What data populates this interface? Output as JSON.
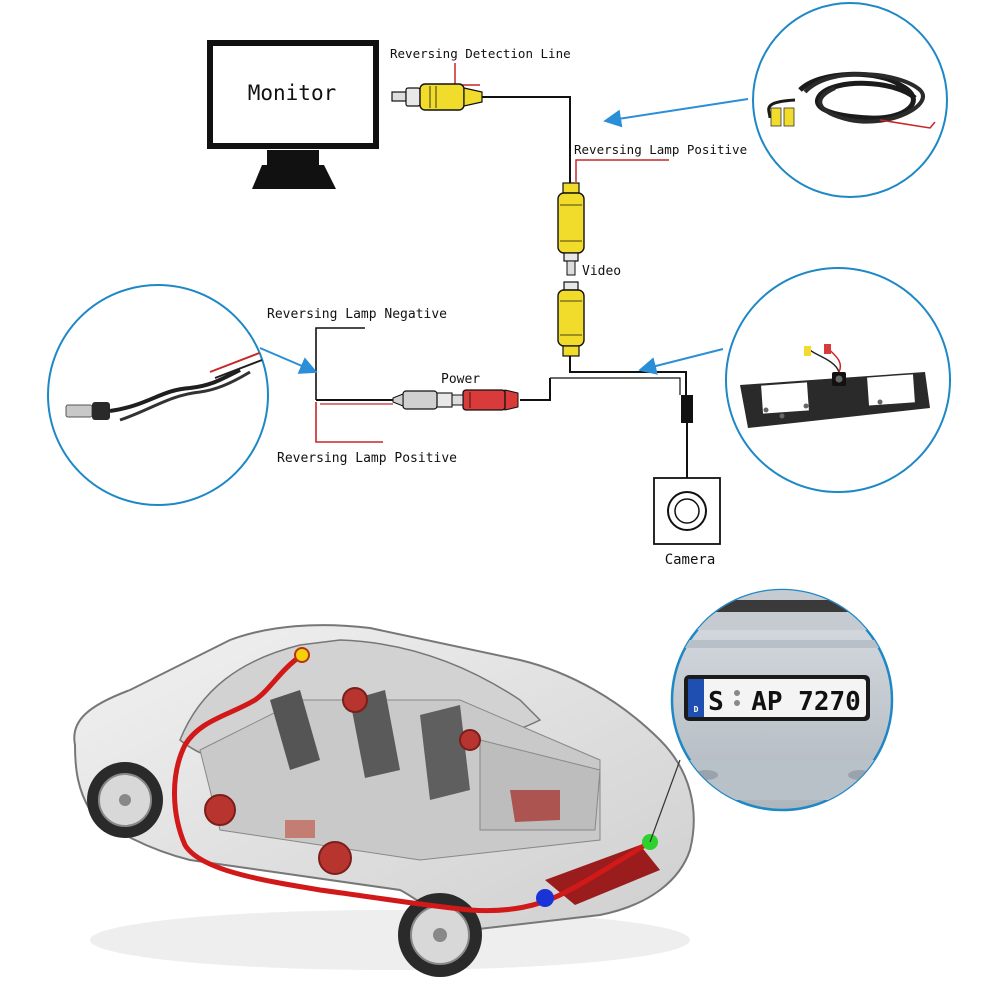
{
  "labels": {
    "monitor": "Monitor",
    "reversing_detection_line": "Reversing Detection Line",
    "reversing_lamp_positive_top": "Reversing Lamp Positive",
    "video": "Video",
    "reversing_lamp_negative": "Reversing Lamp Negative",
    "power": "Power",
    "reversing_lamp_positive_bottom": "Reversing Lamp Positive",
    "camera": "Camera"
  },
  "plate": {
    "country": "D",
    "left": "S",
    "right": "AP 7270"
  },
  "colors": {
    "callout_ring": "#1e88c7",
    "callout_arrow": "#2a8fd6",
    "wire": "#111111",
    "red_wire": "#c62828",
    "rca_yellow": "#f2dc2b",
    "power_red": "#d93a3a",
    "harness_red": "#d11919",
    "marker_yellow": "#f5d10a",
    "marker_green": "#2fd12f",
    "marker_blue": "#1a33d6",
    "car_body": "#e4e4e4"
  },
  "icons": [
    "monitor-icon",
    "camera-icon",
    "rca-plug-icon",
    "dc-plug-icon",
    "license-plate-frame-icon",
    "car-illustration"
  ]
}
